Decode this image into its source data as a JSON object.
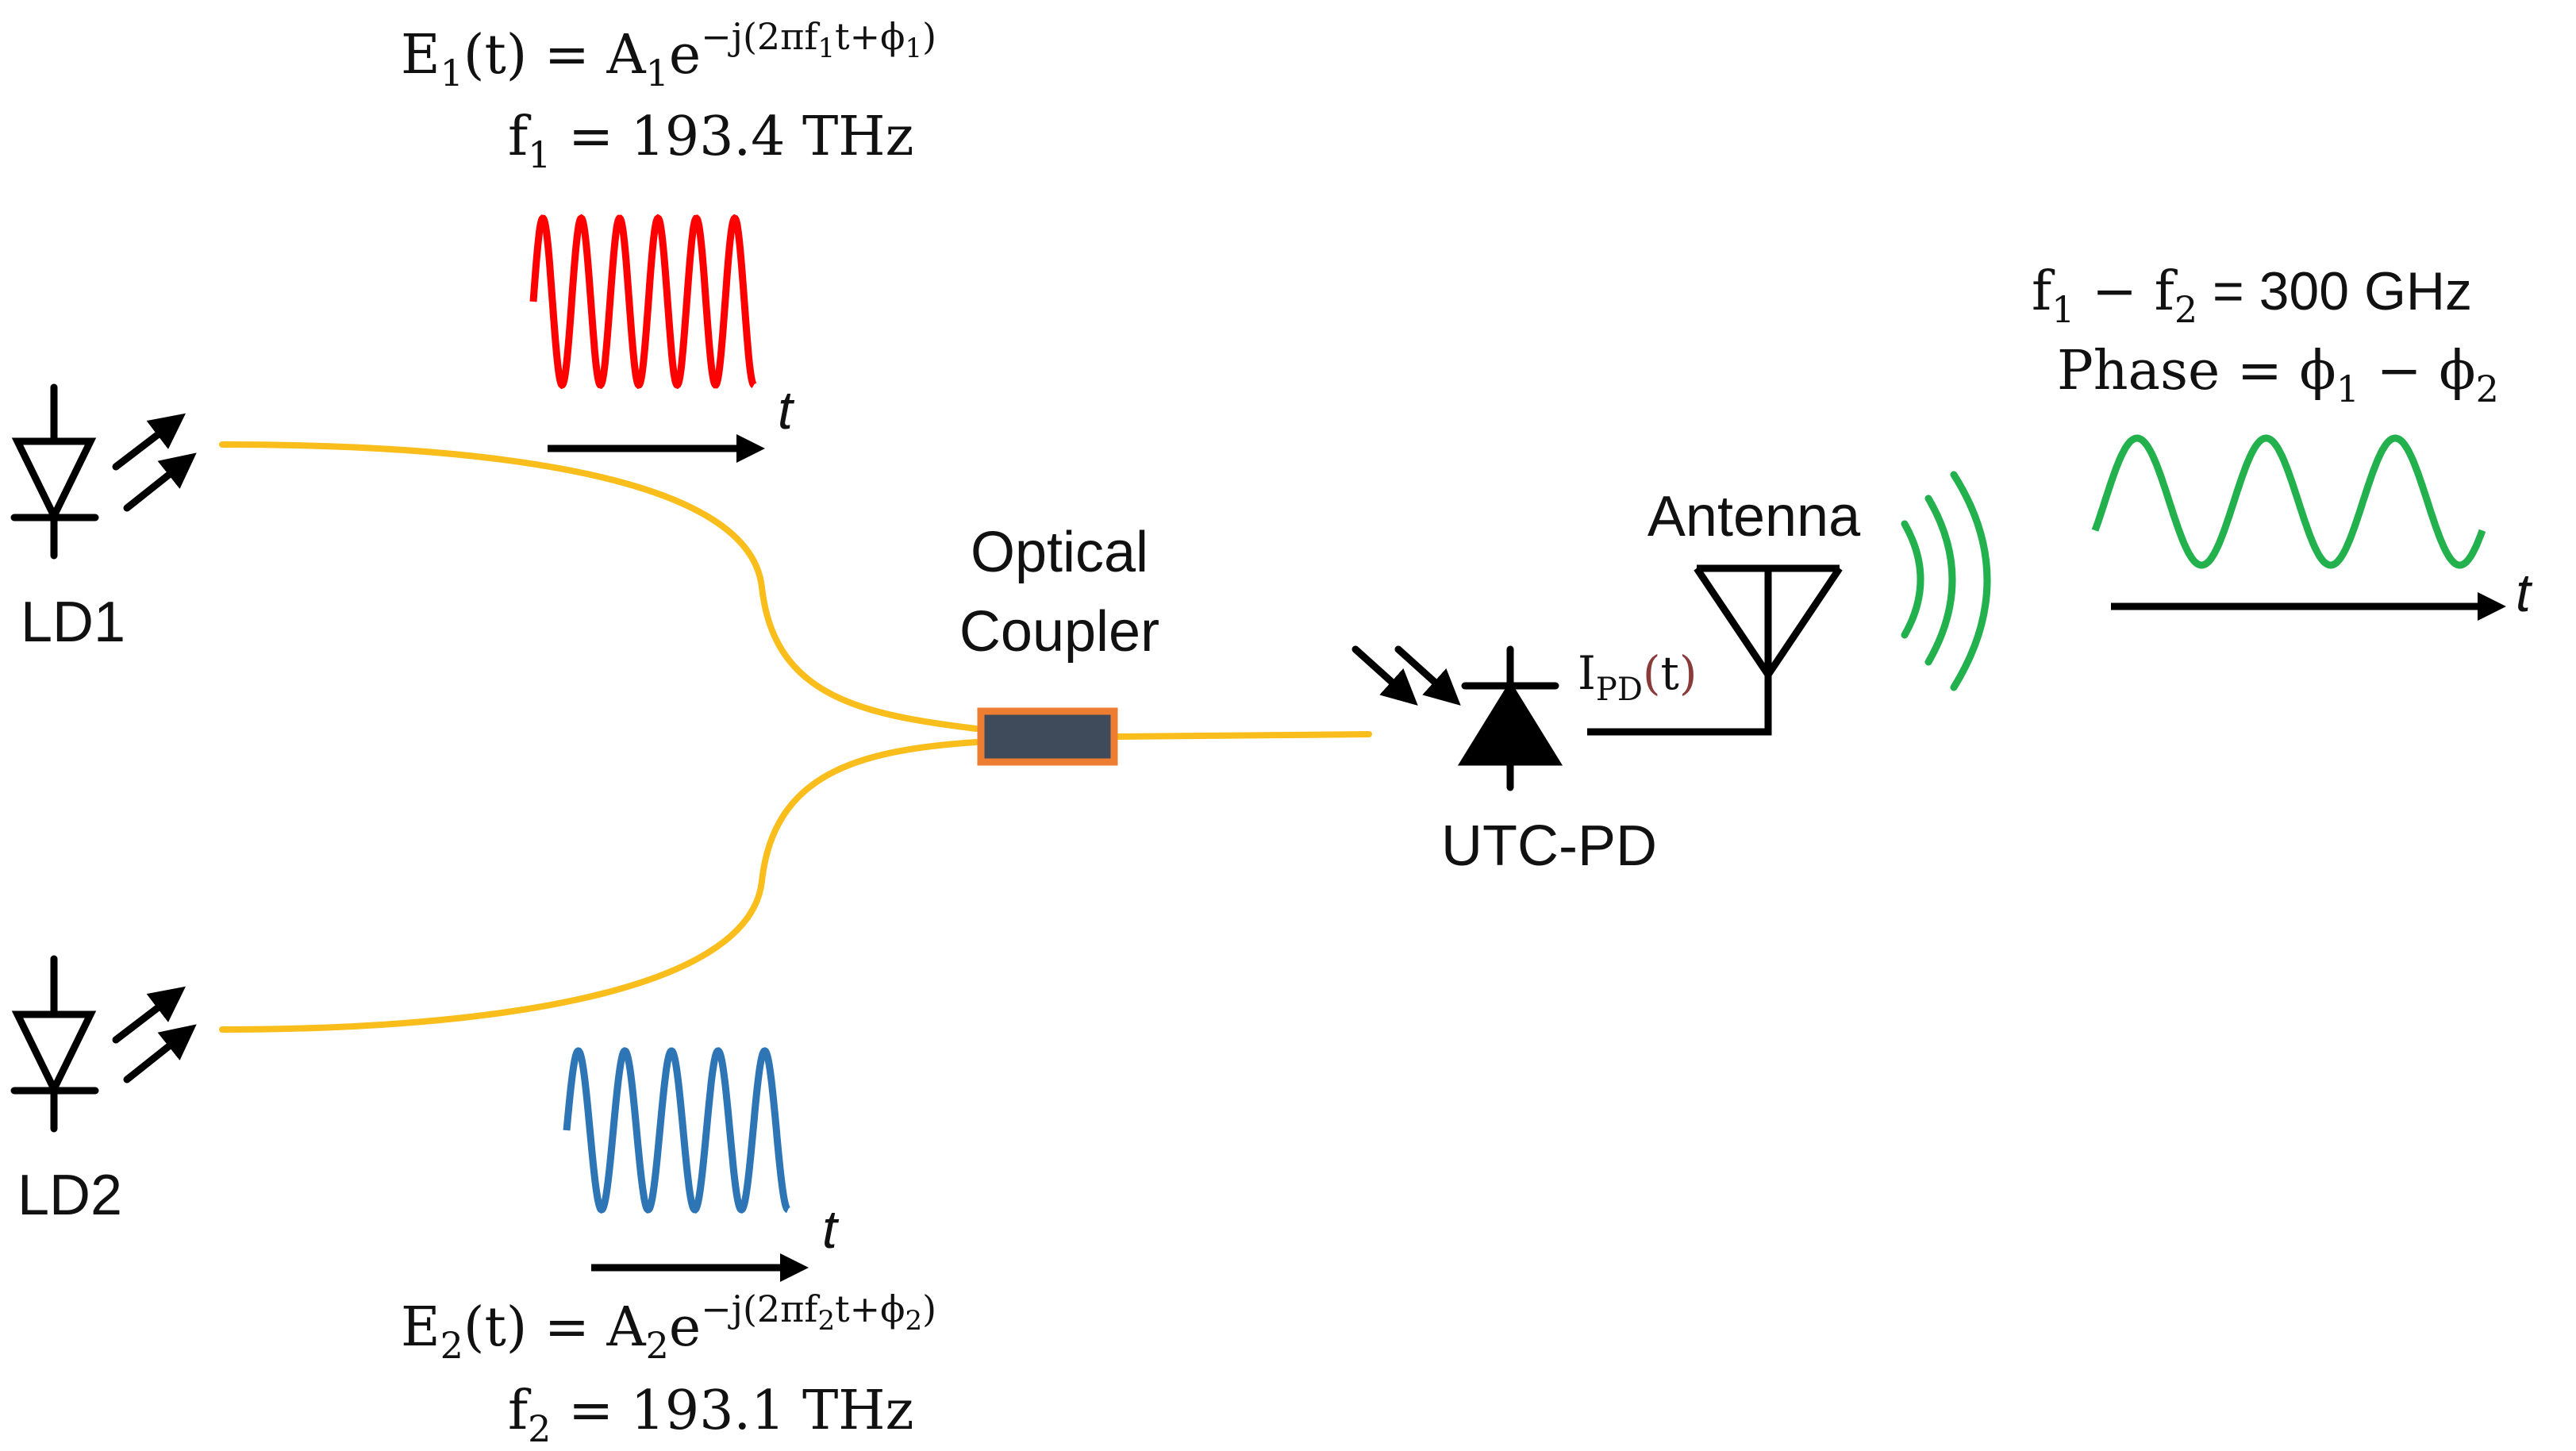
{
  "colors": {
    "fiber": "#F9BE1B",
    "wave1": "#FF0000",
    "wave2": "#2E75B6",
    "wave_out": "#22B14C",
    "coupler_fill": "#3F4A5A",
    "coupler_border": "#ED7D31",
    "ink": "#000000",
    "current_paren": "#8B3A3A"
  },
  "labels": {
    "ld1": "LD1",
    "ld2": "LD2",
    "coupler_line1": "Optical",
    "coupler_line2": "Coupler",
    "pd": "UTC-PD",
    "antenna": "Antenna",
    "time_axis": "t"
  },
  "equations": {
    "e1": {
      "lhs": "E",
      "lhs_sub": "1",
      "arg": "(t) = A",
      "amp_sub": "1",
      "base": "e",
      "exponent": "−j(2πf",
      "exp_sub": "1",
      "exponent_tail": "t+ϕ",
      "exp_phase_sub": "1",
      "close": ")"
    },
    "f1": {
      "sym": "f",
      "sub": "1",
      "value": " = 193.4 THz"
    },
    "e2": {
      "lhs": "E",
      "lhs_sub": "2",
      "arg": "(t) = A",
      "amp_sub": "2",
      "base": "e",
      "exponent": "−j(2πf",
      "exp_sub": "2",
      "exponent_tail": "t+ϕ",
      "exp_phase_sub": "2",
      "close": ")"
    },
    "f2": {
      "sym": "f",
      "sub": "2",
      "value": " = 193.1 THz"
    },
    "beat": {
      "a": "f",
      "a_sub": "1",
      "mid": " − f",
      "b_sub": "2",
      "value": " = 300 GHz"
    },
    "phase": {
      "label": "Phase = ϕ",
      "a_sub": "1",
      "mid": " − ϕ",
      "b_sub": "2"
    },
    "current": {
      "sym": "I",
      "sub": "PD",
      "arg_open": "(",
      "arg": "t",
      "arg_close": ")"
    }
  }
}
